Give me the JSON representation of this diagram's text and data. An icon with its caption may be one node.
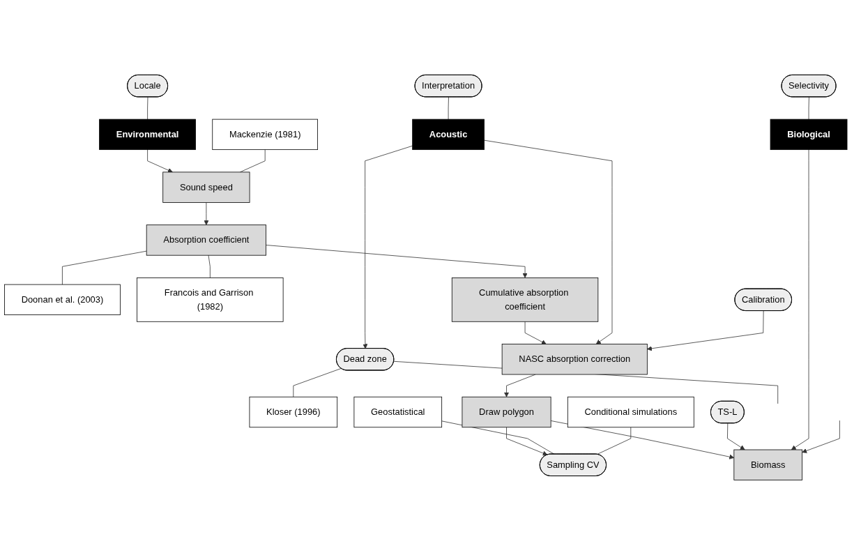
{
  "diagram": {
    "nodes": [
      {
        "text": [
          "Interpretation"
        ]
      },
      {
        "text": [
          "Locale"
        ]
      },
      {
        "text": [
          "Selectivity"
        ]
      },
      {
        "text": [
          "Acoustic"
        ]
      },
      {
        "text": [
          "Environmental"
        ]
      },
      {
        "text": [
          "Biological"
        ]
      },
      {
        "text": [
          "Mackenzie (1981)"
        ]
      },
      {
        "text": [
          "Sound speed"
        ]
      },
      {
        "text": [
          "Doonan et al. (2003)"
        ]
      },
      {
        "text": [
          "Absorption coefficient"
        ]
      },
      {
        "text": [
          "Francois and Garrison (1982)"
        ]
      },
      {
        "text": [
          "Cumulative absorption coefficient"
        ]
      },
      {
        "text": [
          "NASC absorption correction"
        ]
      },
      {
        "text": [
          "Calibration"
        ]
      },
      {
        "text": [
          "Dead zone"
        ]
      },
      {
        "text": [
          "Kloser (1996)"
        ]
      },
      {
        "text": [
          "Draw polygon"
        ]
      },
      {
        "text": [
          "TS-L"
        ]
      },
      {
        "text": [
          "Geostatistical"
        ]
      },
      {
        "text": [
          "Sampling CV"
        ]
      },
      {
        "text": [
          "Biomass"
        ]
      },
      {
        "text": [
          "Conditional simulations"
        ]
      }
    ],
    "edges": [
      {
        "from": 0,
        "to": 3,
        "arrow": "none"
      },
      {
        "from": 1,
        "to": 4,
        "arrow": "none"
      },
      {
        "from": 2,
        "to": 5,
        "arrow": "none"
      },
      {
        "from": 4,
        "to": 7,
        "arrow": "to"
      },
      {
        "from": 6,
        "to": 7,
        "arrow": "none"
      },
      {
        "from": 7,
        "to": 9,
        "arrow": "to"
      },
      {
        "from": 9,
        "to": 8,
        "arrow": "none"
      },
      {
        "from": 9,
        "to": 10,
        "arrow": "none"
      },
      {
        "from": 9,
        "to": 11,
        "arrow": "to"
      },
      {
        "from": 11,
        "to": 12,
        "arrow": "to"
      },
      {
        "from": 3,
        "to": 12,
        "arrow": "to"
      },
      {
        "from": 13,
        "to": 12,
        "arrow": "to"
      },
      {
        "from": 3,
        "to": 14,
        "arrow": "to"
      },
      {
        "from": 14,
        "to": 15,
        "arrow": "none"
      },
      {
        "from": 12,
        "to": 16,
        "arrow": "to"
      },
      {
        "from": 16,
        "to": 19,
        "arrow": "to"
      },
      {
        "from": 16,
        "to": 20,
        "arrow": "to"
      },
      {
        "from": 17,
        "to": 20,
        "arrow": "to"
      },
      {
        "from": 5,
        "to": 20,
        "arrow": "to"
      },
      {
        "from": 18,
        "to": 19,
        "arrow": "none"
      },
      {
        "from": 21,
        "to": 19,
        "arrow": "none"
      },
      {
        "from": 14,
        "to": null,
        "arrow": "none"
      },
      {
        "from": null,
        "to": 20,
        "arrow": "to"
      }
    ]
  }
}
